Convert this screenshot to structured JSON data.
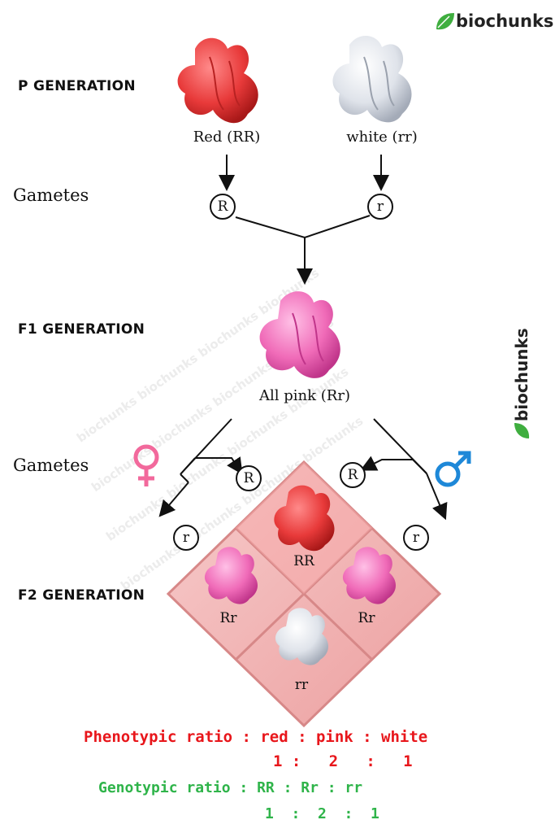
{
  "logo": {
    "text": "biochunks",
    "vertical_text": "biochunks"
  },
  "labels": {
    "p_generation": "P GENERATION",
    "gametes_1": "Gametes",
    "f1_generation": "F1 GENERATION",
    "gametes_2": "Gametes",
    "f2_generation": "F2 GENERATION"
  },
  "parents": {
    "red_caption": "Red (RR)",
    "white_caption": "white (rr)"
  },
  "gametes_p": {
    "left": "R",
    "right": "r"
  },
  "f1": {
    "caption": "All pink (Rr)"
  },
  "gametes_f1": {
    "female_top": "R",
    "female_bottom": "r",
    "male_top": "R",
    "male_bottom": "r"
  },
  "punnett": {
    "top": "RR",
    "left": "Rr",
    "right": "Rr",
    "bottom": "rr"
  },
  "ratios": {
    "phenotypic_label": "Phenotypic ratio : red : pink : white",
    "phenotypic_values": "1 :   2   :   1",
    "genotypic_label": "Genotypic ratio : RR : Rr : rr",
    "genotypic_values": "1  :  2  :  1"
  },
  "colors": {
    "red_flower": "#e83a3a",
    "white_flower": "#dfe3ea",
    "pink_flower": "#f06bb8",
    "punnett_bg": "#f3b9b9",
    "female_symbol": "#f2699c",
    "male_symbol": "#1e88d8",
    "phenotypic_text": "#e8161b",
    "genotypic_text": "#2fb44a"
  },
  "icons": {
    "female": "female-symbol-icon",
    "male": "male-symbol-icon",
    "leaf": "leaf-icon"
  }
}
